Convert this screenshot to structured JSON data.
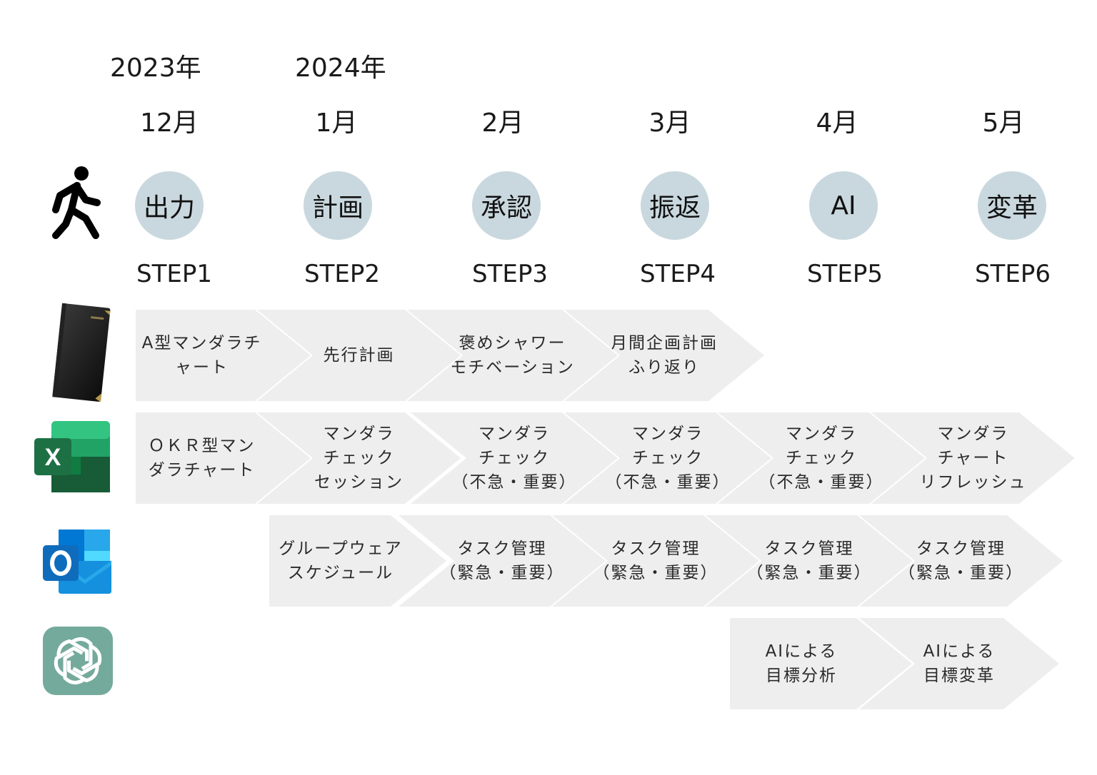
{
  "years": [
    "2023年",
    "2024年"
  ],
  "months": [
    "12月",
    "1月",
    "2月",
    "3月",
    "4月",
    "5月"
  ],
  "phases": [
    "出力",
    "計画",
    "承認",
    "振返",
    "AI",
    "変革"
  ],
  "steps": [
    "STEP1",
    "STEP2",
    "STEP3",
    "STEP4",
    "STEP5",
    "STEP6"
  ],
  "icons": {
    "row0": "walking-person-icon",
    "row1": "black-notebook-icon",
    "row2": "excel-icon",
    "row3": "outlook-icon",
    "row4": "chatgpt-icon"
  },
  "rows": {
    "notebook": [
      "A型マンダラチ\nャート",
      "先行計画",
      "褒めシャワー\nモチベーション",
      "月間企画計画\nふり返り"
    ],
    "excel": [
      "ＯＫＲ型マン\nダラチャート",
      "マンダラ\nチェック\nセッション",
      "マンダラ\nチェック\n（不急・重要）",
      "マンダラ\nチェック\n（不急・重要）",
      "マンダラ\nチェック\n（不急・重要）",
      "マンダラ\nチャート\nリフレッシュ"
    ],
    "outlook": [
      "グループウェア\nスケジュール",
      "タスク管理\n（緊急・重要）",
      "タスク管理\n（緊急・重要）",
      "タスク管理\n（緊急・重要）",
      "タスク管理\n（緊急・重要）"
    ],
    "ai": [
      "AIによる\n目標分析",
      "AIによる\n目標変革"
    ]
  },
  "colors": {
    "circle": "#c9d8de",
    "arrow": "#eeeeee",
    "excel_green": "#1d7044",
    "outlook_blue": "#0f6cbd",
    "chatgpt_green": "#74aa9c"
  }
}
